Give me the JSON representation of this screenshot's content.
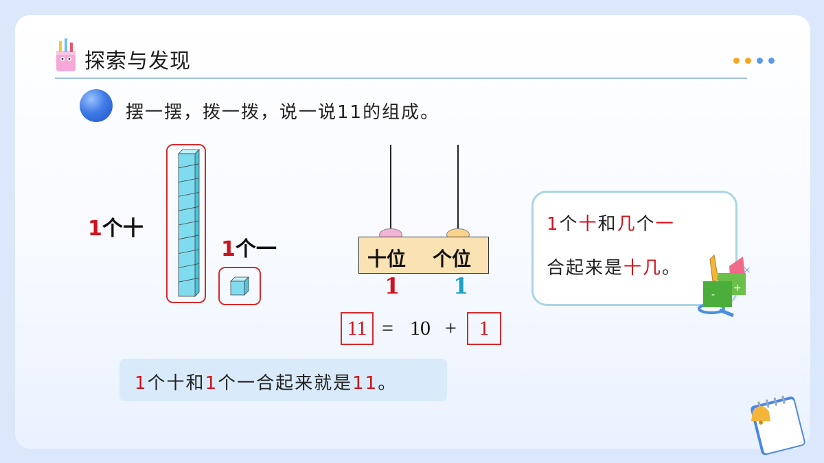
{
  "title": "探索与发现",
  "prompt": "摆一摆，拨一拨，说一说11的组成。",
  "blocks": {
    "ten_num": "1",
    "ten_label": "个十",
    "one_num": "1",
    "one_label": "个一"
  },
  "place_value": {
    "tens_label": "十位",
    "ones_label": "个位",
    "tens_digit": "1",
    "ones_digit": "1"
  },
  "equation": {
    "result": "11",
    "equals": "=",
    "addend1": "10",
    "plus": "+",
    "addend2": "1"
  },
  "note": {
    "l1_a": "1",
    "l1_b": "个",
    "l1_c": "十",
    "l1_d": "和",
    "l1_e": "几",
    "l1_f": "个",
    "l1_g": "一",
    "l2_a": "合起来是",
    "l2_b": "十几",
    "l2_c": "。"
  },
  "summary": {
    "a": "1",
    "b": "个十和",
    "c": "1",
    "d": "个一合起来就是",
    "e": "11",
    "f": "。"
  },
  "colors": {
    "accent_red": "#d0121b",
    "ones_blue": "#1aa0c8",
    "dots": [
      "#f5a623",
      "#f5a623",
      "#5b9be8",
      "#5b9be8"
    ]
  },
  "icons": [
    "pencil-holder-icon",
    "blue-ball-icon",
    "ten-rod-icon",
    "unit-cube-icon",
    "math-tools-icon",
    "bell-notepad-icon"
  ]
}
